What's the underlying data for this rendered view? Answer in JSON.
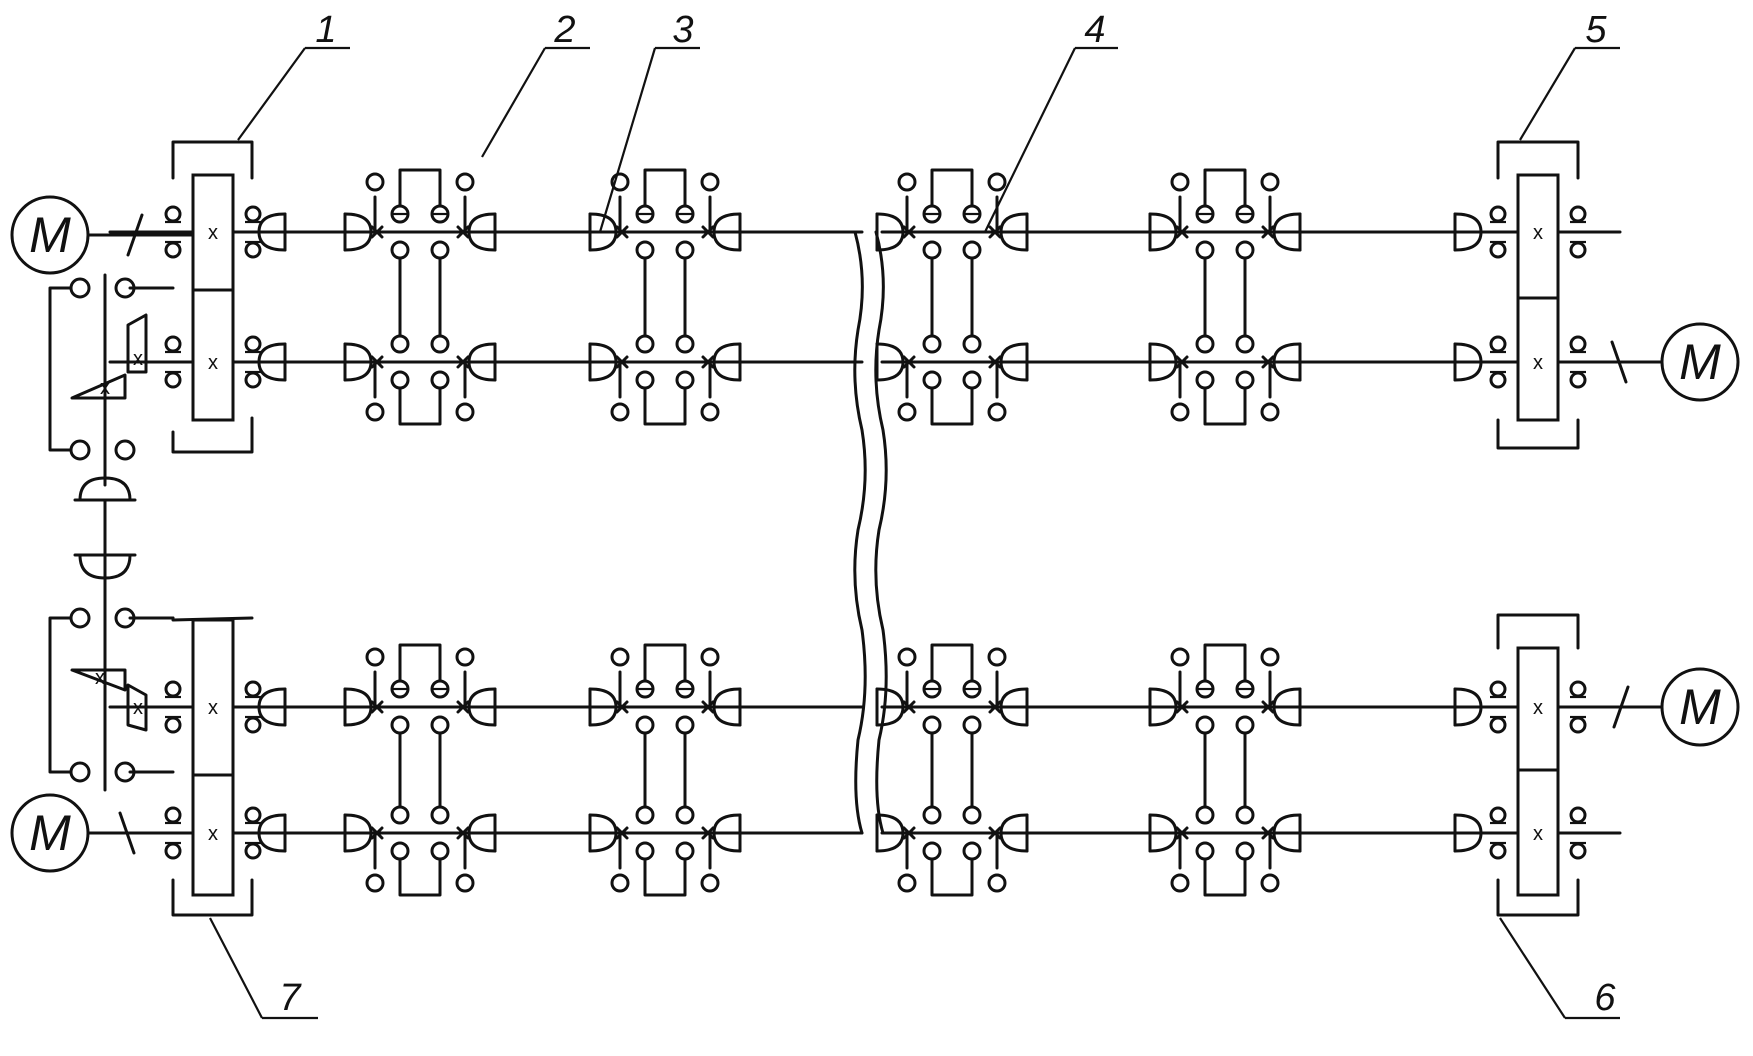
{
  "motor_label": "M",
  "callouts": [
    {
      "id": "1",
      "label": "1"
    },
    {
      "id": "2",
      "label": "2"
    },
    {
      "id": "3",
      "label": "3"
    },
    {
      "id": "4",
      "label": "4"
    },
    {
      "id": "5",
      "label": "5"
    },
    {
      "id": "6",
      "label": "6"
    },
    {
      "id": "7",
      "label": "7"
    }
  ],
  "gear_mark": "x"
}
